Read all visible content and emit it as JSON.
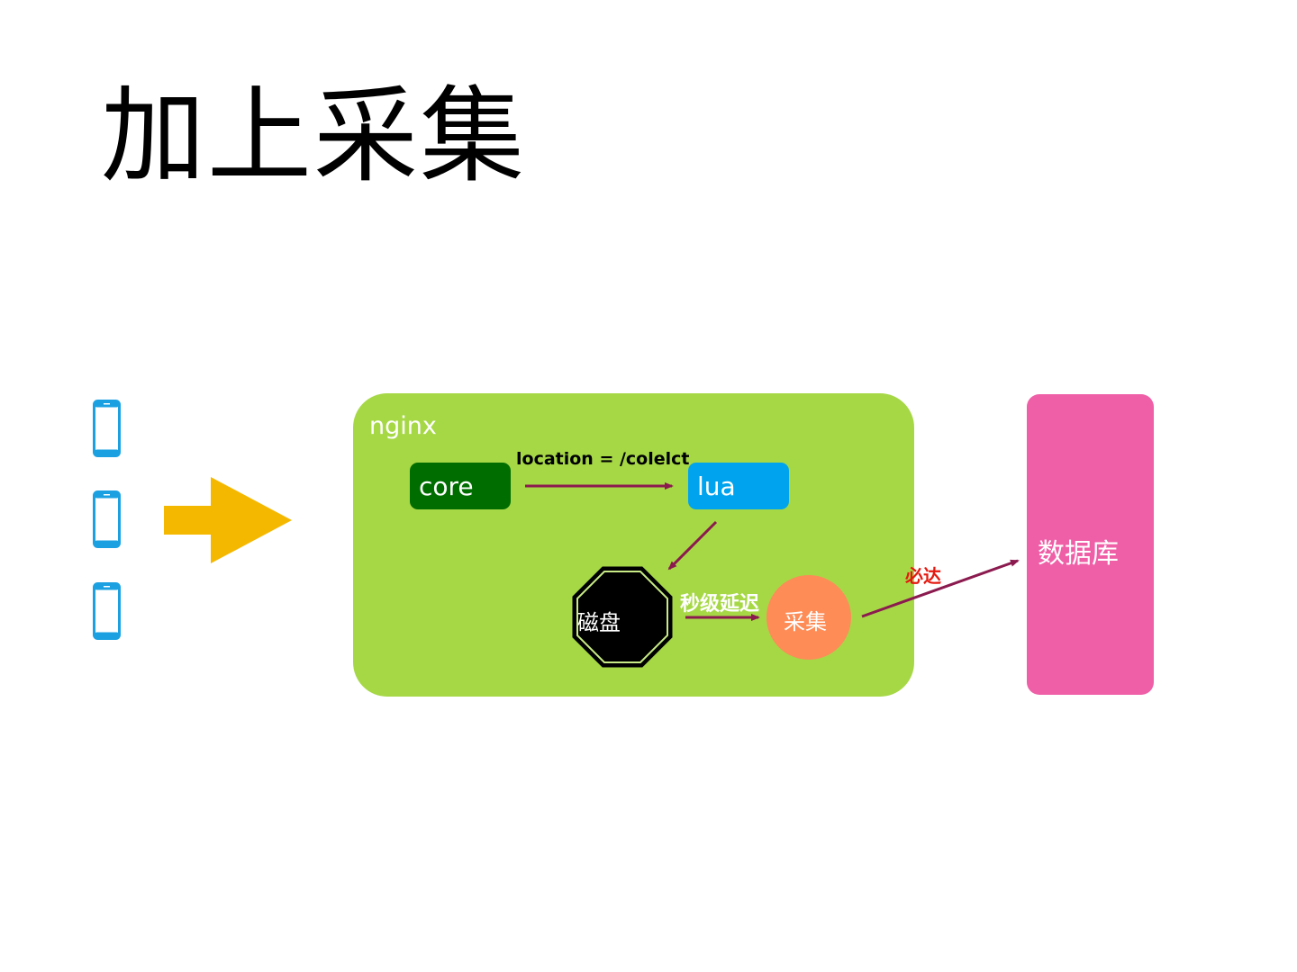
{
  "slide": {
    "title": "加上采集"
  },
  "clients": {
    "icon": "mobile-phone-icon",
    "count": 3,
    "color": "#1ba1e2"
  },
  "flow_arrow": {
    "icon": "right-arrow",
    "color": "#f5b800"
  },
  "nginx": {
    "label": "nginx",
    "color": "#a6d846",
    "core": {
      "label": "core",
      "color": "#006d00"
    },
    "lua": {
      "label": "lua",
      "color": "#00a3ee"
    },
    "location_label": "location = /colelct",
    "disk": {
      "label": "磁盘",
      "color": "#000000"
    },
    "delay_label": "秒级延迟",
    "collector": {
      "label": "采集",
      "color": "#fd8c57"
    }
  },
  "arrive_label": "必达",
  "database": {
    "label": "数据库",
    "color": "#ef5fa7"
  },
  "connector_color": "#8b1a4f"
}
